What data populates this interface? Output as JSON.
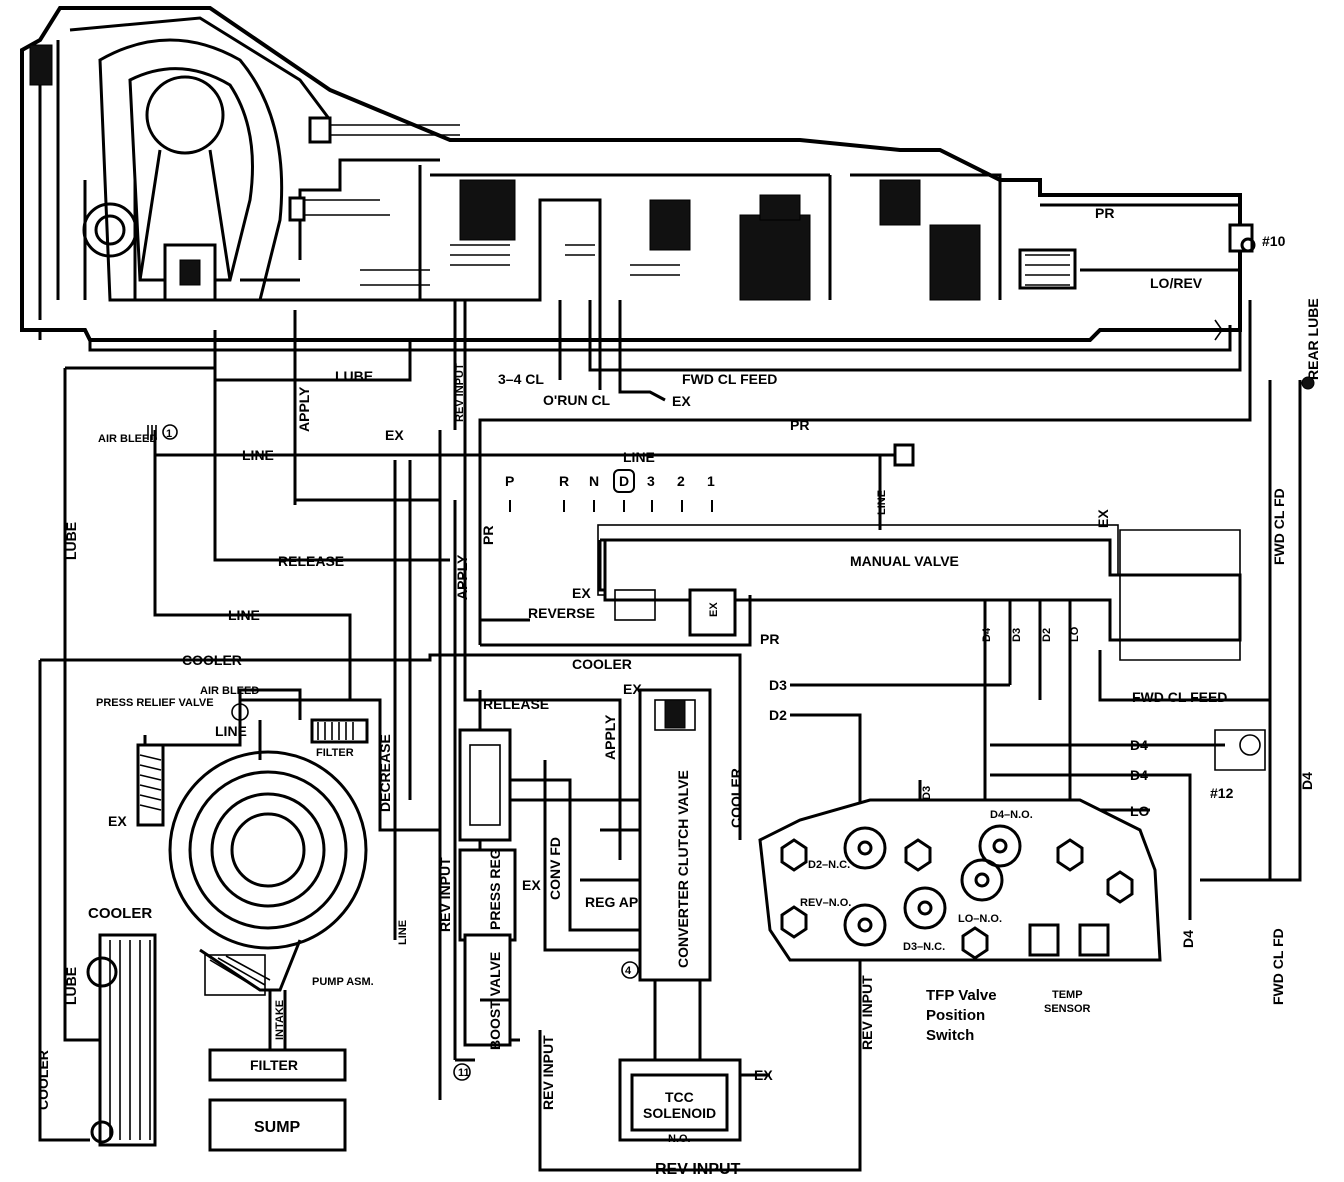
{
  "passages": {
    "pr": "PR",
    "lo_rev": "LO/REV",
    "rear_lube": "REAR LUBE",
    "check_10": "#10",
    "lube_top": "LUBE",
    "apply_v": "APPLY",
    "rev_input_top": "REV INPUT",
    "cl_34": "3–4 CL",
    "oRun_cl": "O'RUN CL",
    "ex_oRun": "EX",
    "fwd_cl_feed_top": "FWD CL FEED",
    "pr_mid": "PR",
    "ex_top": "EX",
    "air_bleed": "AIR BLEED",
    "check_1": "1",
    "line_top": "LINE",
    "line_manual": "LINE",
    "line_vert": "LINE",
    "lube_left": "LUBE",
    "fwd_cl_fd_right": "FWD CL FD",
    "release_1": "RELEASE",
    "apply_2": "APPLY",
    "pr_left": "PR",
    "ex_manual": "EX",
    "ex_reverse": "EX",
    "reverse": "REVERSE",
    "ex_box": "EX",
    "pr_low": "PR",
    "line_2": "LINE",
    "cooler_1": "COOLER",
    "cooler_2": "COOLER",
    "ex_2": "EX",
    "release_2": "RELEASE",
    "apply_3": "APPLY",
    "d3_left": "D3",
    "d2_left": "D2",
    "d4_v": "D4",
    "d3_v": "D3",
    "d2_v": "D2",
    "lo_v": "LO",
    "fwd_cl_feed_mid": "FWD CL FEED",
    "d4_h1": "D4",
    "d4_h2": "D4",
    "lo_h": "LO",
    "check_12": "#12",
    "d4_vert2": "D4",
    "d4_vert3": "D4",
    "fwd_cl_fd_low": "FWD CL FD",
    "press_relief": "PRESS RELIEF VALVE",
    "air_bleed_2": "AIR BLEED",
    "line_3": "LINE",
    "filter_small": "FILTER",
    "decrease": "DECREASE",
    "ex_relief": "EX",
    "cooler_v": "COOLER",
    "conv_fd": "CONV FD",
    "press_reg": "PRESS REG",
    "ex_3": "EX",
    "reg_ap": "REG AP",
    "converter_clutch_valve": "CONVERTER CLUTCH VALVE",
    "check_4": "4",
    "line_bottom": "LINE",
    "rev_input_v1": "REV INPUT",
    "boost_valve": "BOOST VALVE",
    "rev_input_v2": "REV INPUT",
    "rev_input_v3": "REV INPUT",
    "rev_input_bottom": "REV INPUT",
    "ex_tcc": "EX",
    "tcc_solenoid_1": "TCC",
    "tcc_solenoid_2": "SOLENOID",
    "n_o": "N.O.",
    "cooler_label": "COOLER",
    "lube_low": "LUBE",
    "cooler_low": "COOLER",
    "pump_asm": "PUMP ASM.",
    "intake": "INTAKE",
    "filter": "FILTER",
    "sump": "SUMP",
    "check_11": "11"
  },
  "manual_valve": {
    "title": "MANUAL VALVE",
    "positions": [
      "P",
      "R",
      "N",
      "D",
      "3",
      "2",
      "1"
    ],
    "selected": "D"
  },
  "tfp_switch": {
    "label_1": "TFP Valve",
    "label_2": "Position",
    "label_3": "Switch",
    "d2_nc": "D2–N.C.",
    "rev_no": "REV–N.O.",
    "d3_nc": "D3–N.C.",
    "lo_no": "LO–N.O.",
    "d4_no": "D4–N.O.",
    "temp_sensor_1": "TEMP",
    "temp_sensor_2": "SENSOR",
    "d3_vert": "D3"
  }
}
